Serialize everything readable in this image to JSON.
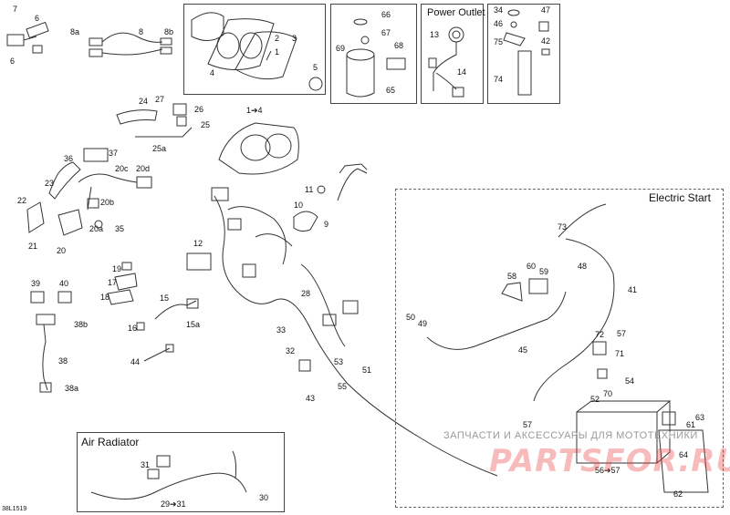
{
  "boxes": {
    "power_outlet": "Power Outlet",
    "electric_start": "Electric Start",
    "air_radiator": "Air Radiator"
  },
  "labels": [
    {
      "id": "7",
      "text": "7"
    },
    {
      "id": "6a",
      "text": "6"
    },
    {
      "id": "6b",
      "text": "6"
    },
    {
      "id": "8a",
      "text": "8a"
    },
    {
      "id": "8",
      "text": "8"
    },
    {
      "id": "8b",
      "text": "8b"
    },
    {
      "id": "4",
      "text": "4"
    },
    {
      "id": "2",
      "text": "2"
    },
    {
      "id": "3",
      "text": "3"
    },
    {
      "id": "1",
      "text": "1"
    },
    {
      "id": "5",
      "text": "5"
    },
    {
      "id": "66",
      "text": "66"
    },
    {
      "id": "67",
      "text": "67"
    },
    {
      "id": "69",
      "text": "69"
    },
    {
      "id": "68",
      "text": "68"
    },
    {
      "id": "65",
      "text": "65"
    },
    {
      "id": "13",
      "text": "13"
    },
    {
      "id": "14",
      "text": "14"
    },
    {
      "id": "34",
      "text": "34"
    },
    {
      "id": "46",
      "text": "46"
    },
    {
      "id": "75",
      "text": "75"
    },
    {
      "id": "74",
      "text": "74"
    },
    {
      "id": "47",
      "text": "47"
    },
    {
      "id": "42",
      "text": "42"
    },
    {
      "id": "1to4",
      "text": "1➔4"
    },
    {
      "id": "24",
      "text": "24"
    },
    {
      "id": "27",
      "text": "27"
    },
    {
      "id": "26",
      "text": "26"
    },
    {
      "id": "25",
      "text": "25"
    },
    {
      "id": "25a",
      "text": "25a"
    },
    {
      "id": "36",
      "text": "36"
    },
    {
      "id": "37",
      "text": "37"
    },
    {
      "id": "23",
      "text": "23"
    },
    {
      "id": "20c",
      "text": "20c"
    },
    {
      "id": "20d",
      "text": "20d"
    },
    {
      "id": "20b",
      "text": "20b"
    },
    {
      "id": "22",
      "text": "22"
    },
    {
      "id": "20a",
      "text": "20a"
    },
    {
      "id": "35",
      "text": "35"
    },
    {
      "id": "21",
      "text": "21"
    },
    {
      "id": "20",
      "text": "20"
    },
    {
      "id": "11",
      "text": "11"
    },
    {
      "id": "10",
      "text": "10"
    },
    {
      "id": "9",
      "text": "9"
    },
    {
      "id": "12",
      "text": "12"
    },
    {
      "id": "19",
      "text": "19"
    },
    {
      "id": "17",
      "text": "17"
    },
    {
      "id": "18",
      "text": "18"
    },
    {
      "id": "15",
      "text": "15"
    },
    {
      "id": "16",
      "text": "16"
    },
    {
      "id": "15a",
      "text": "15a"
    },
    {
      "id": "28",
      "text": "28"
    },
    {
      "id": "33",
      "text": "33"
    },
    {
      "id": "32",
      "text": "32"
    },
    {
      "id": "44",
      "text": "44"
    },
    {
      "id": "39",
      "text": "39"
    },
    {
      "id": "40",
      "text": "40"
    },
    {
      "id": "38b",
      "text": "38b"
    },
    {
      "id": "38",
      "text": "38"
    },
    {
      "id": "38a",
      "text": "38a"
    },
    {
      "id": "53",
      "text": "53"
    },
    {
      "id": "51",
      "text": "51"
    },
    {
      "id": "55",
      "text": "55"
    },
    {
      "id": "43",
      "text": "43"
    },
    {
      "id": "73",
      "text": "73"
    },
    {
      "id": "48",
      "text": "48"
    },
    {
      "id": "60",
      "text": "60"
    },
    {
      "id": "59",
      "text": "59"
    },
    {
      "id": "58",
      "text": "58"
    },
    {
      "id": "41",
      "text": "41"
    },
    {
      "id": "50",
      "text": "50"
    },
    {
      "id": "49",
      "text": "49"
    },
    {
      "id": "45",
      "text": "45"
    },
    {
      "id": "72",
      "text": "72"
    },
    {
      "id": "57a",
      "text": "57"
    },
    {
      "id": "71",
      "text": "71"
    },
    {
      "id": "54",
      "text": "54"
    },
    {
      "id": "70",
      "text": "70"
    },
    {
      "id": "52",
      "text": "52"
    },
    {
      "id": "57b",
      "text": "57"
    },
    {
      "id": "63",
      "text": "63"
    },
    {
      "id": "61",
      "text": "61"
    },
    {
      "id": "64",
      "text": "64"
    },
    {
      "id": "56to57",
      "text": "56➔57"
    },
    {
      "id": "62",
      "text": "62"
    },
    {
      "id": "31",
      "text": "31"
    },
    {
      "id": "29to31",
      "text": "29➔31"
    },
    {
      "id": "30",
      "text": "30"
    }
  ],
  "watermark": {
    "top_line": "ЗАПЧАСТИ И АКСЕССУАРЫ ДЛЯ МОТОТЕХНИКИ",
    "brand": "PARTSFOR.RU"
  },
  "diagram_code": "38L1519"
}
